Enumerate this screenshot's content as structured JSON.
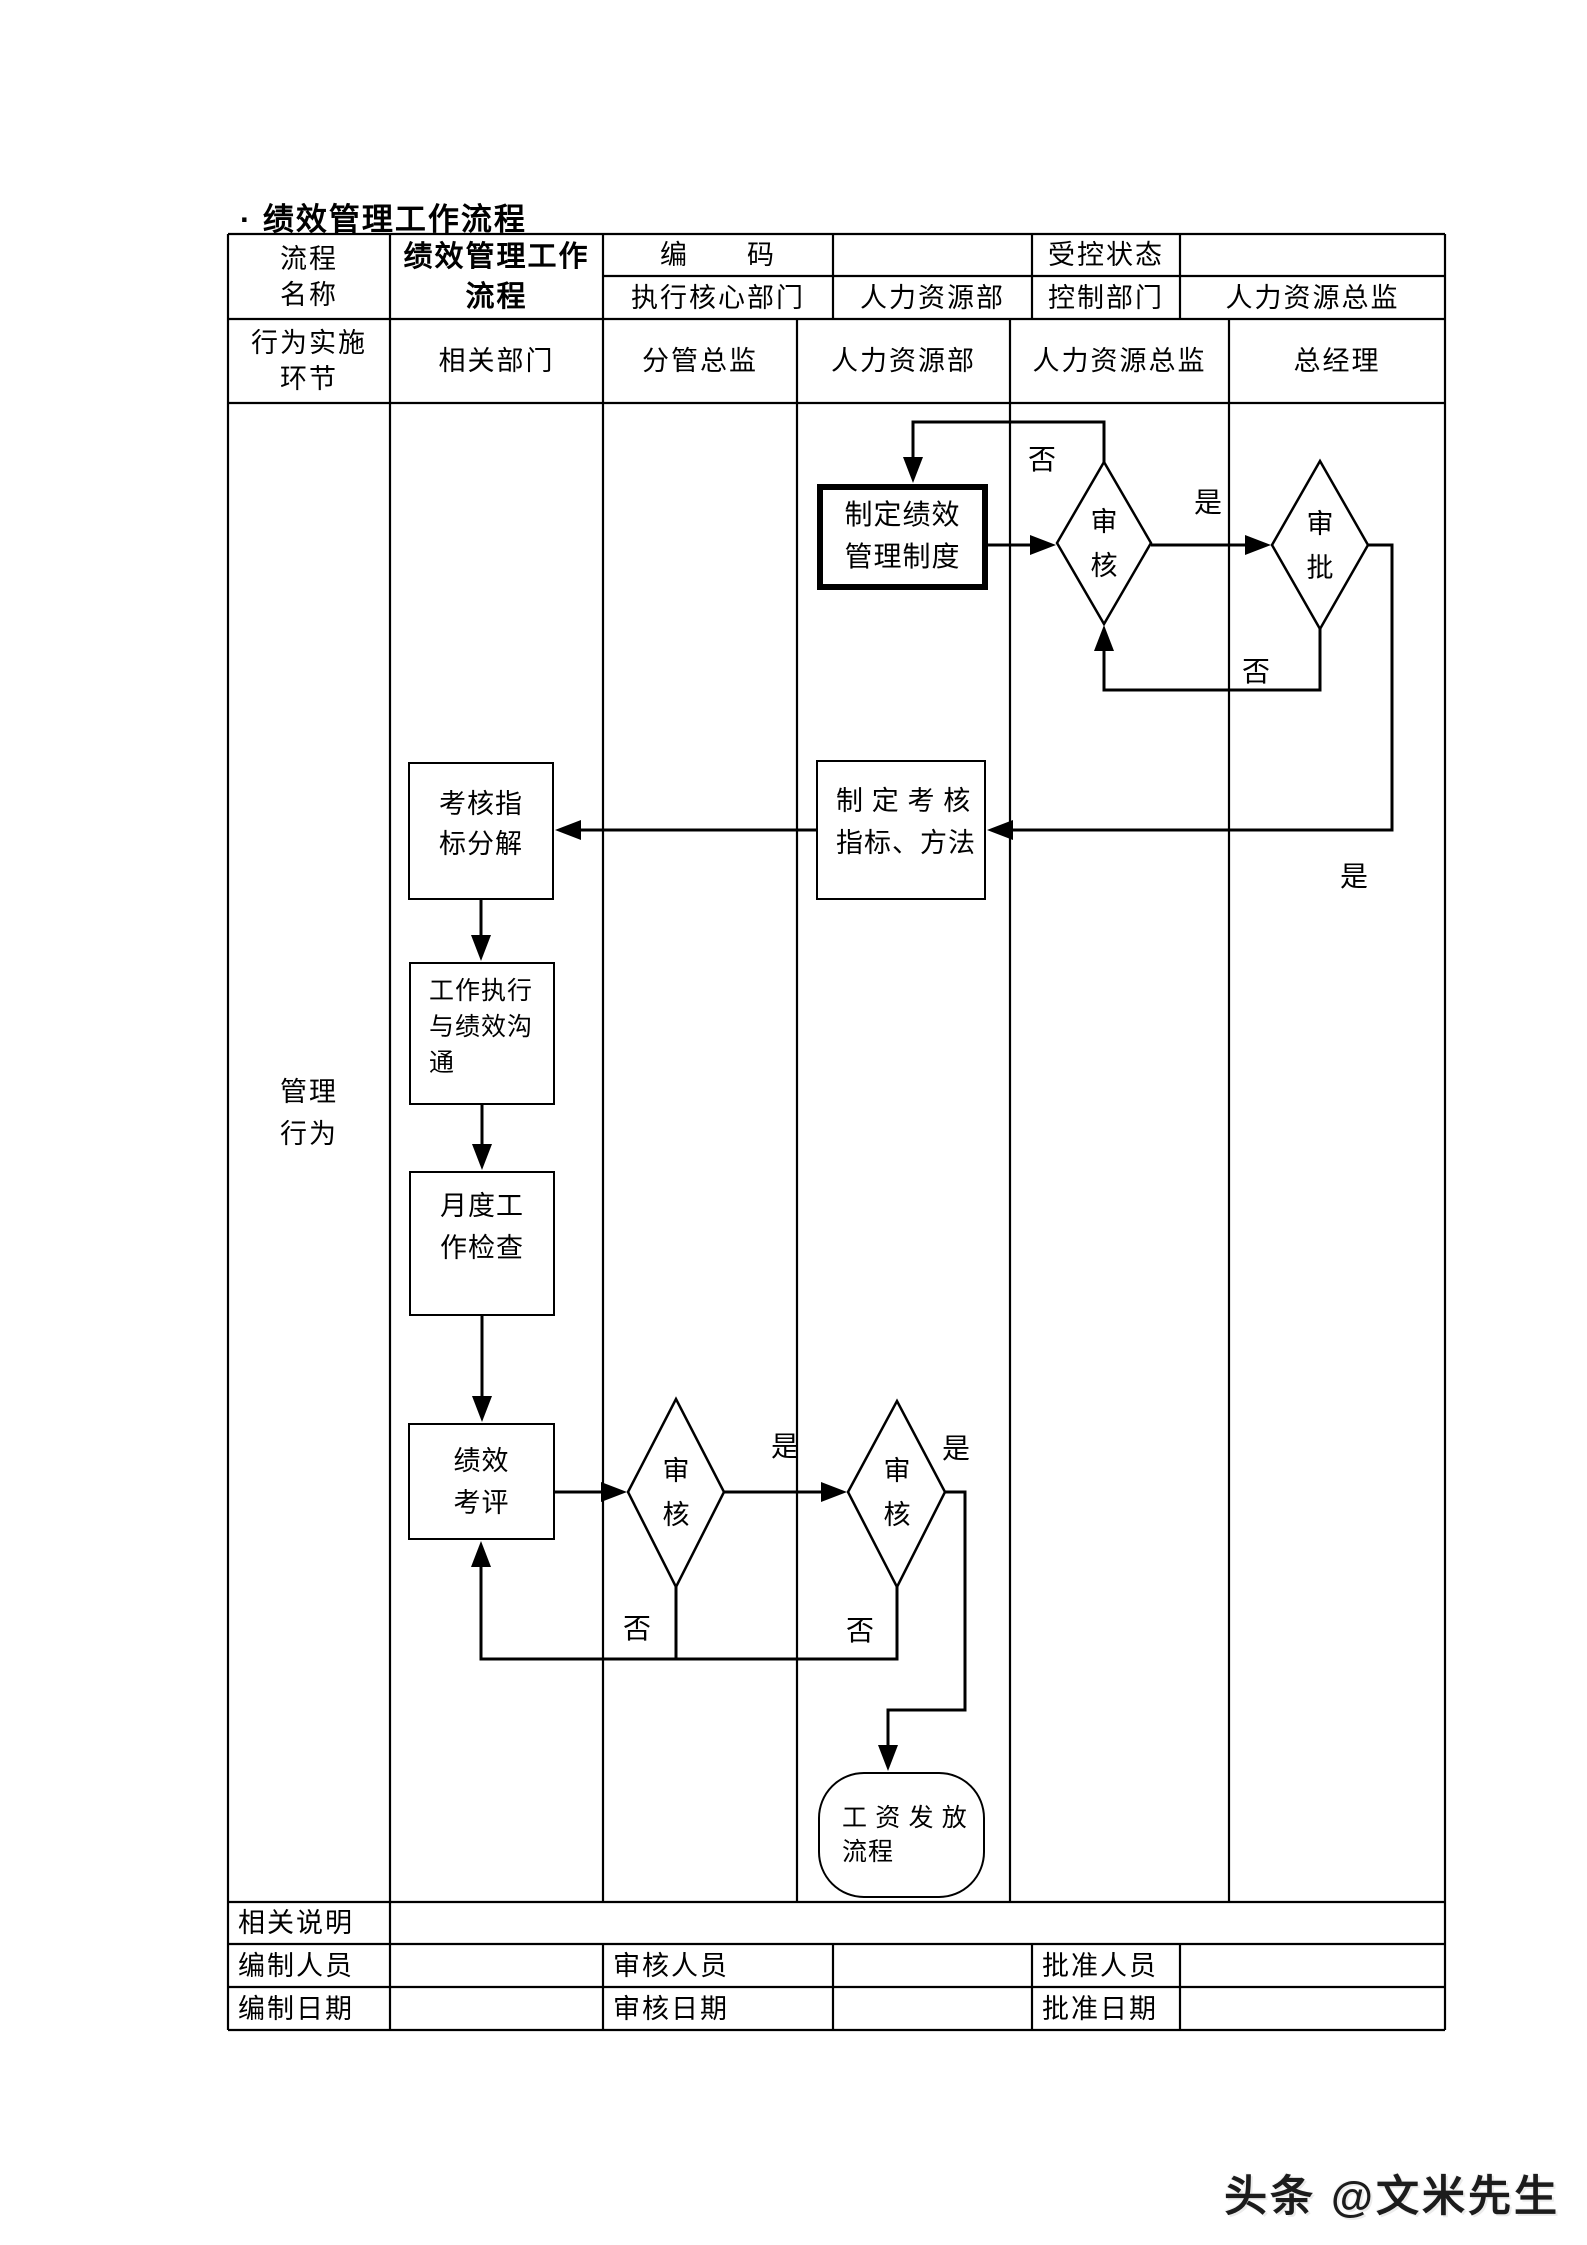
{
  "title": "· 绩效管理工作流程",
  "info": {
    "name_label": "流程\n名称",
    "name_value": "绩效管理工作\n流程",
    "code_label": "编　　码",
    "code_value": "",
    "state_label": "受控状态",
    "state_value": "",
    "exec_dept_label": "执行核心部门",
    "exec_dept_value": "人力资源部",
    "ctrl_dept_label": "控制部门",
    "ctrl_dept_value": "人力资源总监"
  },
  "lane_header_label": "行为实施\n环节",
  "lanes": [
    "相关部门",
    "分管总监",
    "人力资源部",
    "人力资源总监",
    "总经理"
  ],
  "row_label": "管理\n行为",
  "flow": {
    "make_system": "制定绩效\n管理制度",
    "review_top": "审\n核",
    "approve": "审\n批",
    "make_methods": "制 定 考 核\n指标、方法",
    "decompose": "考核指\n标分解",
    "execution": "工作执行\n与绩效沟\n通",
    "monthly": "月度工\n作检查",
    "evaluation": "绩效\n考评",
    "review_mid": "审\n核",
    "review_hr": "审\n核",
    "salary": "工 资 发 放\n流程",
    "yes": "是",
    "no": "否"
  },
  "footer": {
    "notes": "相关说明",
    "prepared_by": "编制人员",
    "reviewed_by": "审核人员",
    "approved_by": "批准人员",
    "prepared_date": "编制日期",
    "reviewed_date": "审核日期",
    "approved_date": "批准日期"
  },
  "watermark": "头条 @文米先生",
  "colors": {
    "line": "#000000",
    "background": "#ffffff",
    "watermark": "#1c1c1c"
  }
}
